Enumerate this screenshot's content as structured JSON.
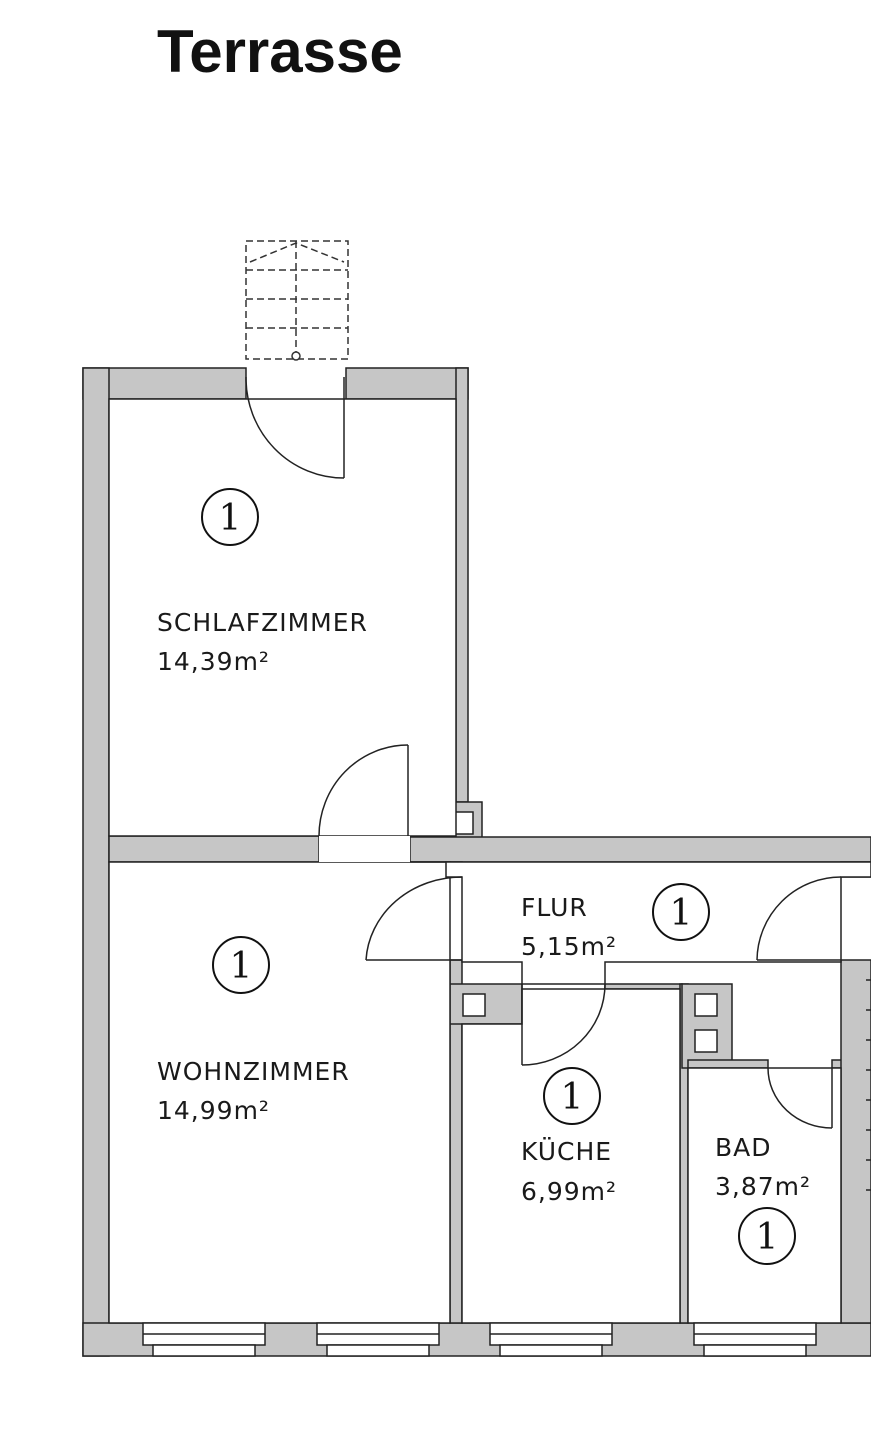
{
  "title": "Terrasse",
  "colors": {
    "wall_fill": "#c6c6c6",
    "line": "#222222",
    "background": "#ffffff"
  },
  "rooms": [
    {
      "id": "schlafzimmer",
      "name": "SCHLAFZIMMER",
      "area": "14,39m²",
      "marker": "1"
    },
    {
      "id": "wohnzimmer",
      "name": "WOHNZIMMER",
      "area": "14,99m²",
      "marker": "1"
    },
    {
      "id": "flur",
      "name": "FLUR",
      "area": "5,15m²",
      "marker": "1"
    },
    {
      "id": "kueche",
      "name": "KÜCHE",
      "area": "6,99m²",
      "marker": "1"
    },
    {
      "id": "bad",
      "name": "BAD",
      "area": "3,87m²",
      "marker": "1"
    }
  ]
}
